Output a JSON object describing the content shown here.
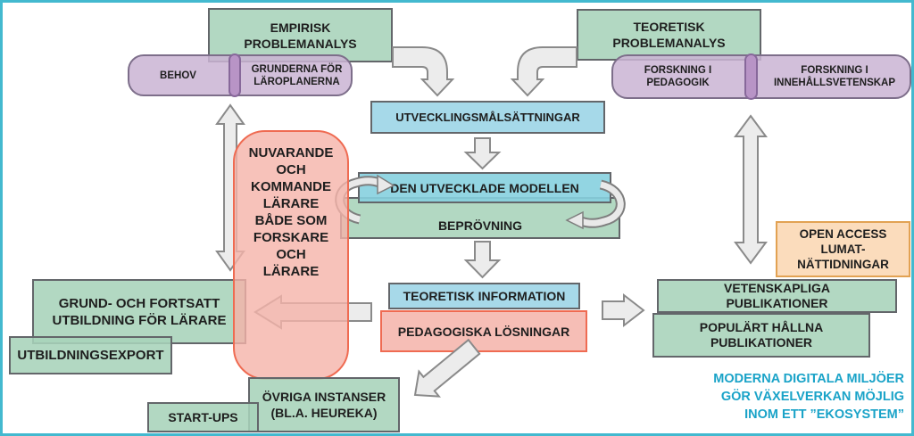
{
  "diagram": {
    "border_color": "#43b9cf",
    "accent_note_color": "#1aa3c8",
    "palette": {
      "green_fill": "#b2d9c2",
      "purple_fill": "#d2bfda",
      "blue_fill": "#a6d9e9",
      "red_fill": "#f7c2ba",
      "red_border": "#ef6b52",
      "orange_fill": "#fbdcbc",
      "orange_border": "#e2a253",
      "arrow_fill": "#ececec"
    },
    "nodes": {
      "empirisk": {
        "label": "EMPIRISK\nPROBLEMANALYS"
      },
      "behov": {
        "label": "BEHOV"
      },
      "grunderna": {
        "label": "GRUNDERNA FÖR\nLÄROPLANERNA"
      },
      "teoretisk": {
        "label": "TEORETISK\nPROBLEMANALYS"
      },
      "forskning_pedagogik": {
        "label": "FORSKNING I\nPEDAGOGIK"
      },
      "forskning_innehall": {
        "label": "FORSKNING I\nINNEHÅLLSVETENSKAP"
      },
      "utvecklingsmal": {
        "label": "UTVECKLINGSMÅLSÄTTNINGAR"
      },
      "modellen": {
        "label": "DEN UTVECKLADE MODELLEN"
      },
      "beprovning": {
        "label": "BEPRÖVNING"
      },
      "nuvarande": {
        "label": "NUVARANDE\nOCH\nKOMMANDE\nLÄRARE\nBÅDE SOM\nFORSKARE\nOCH\nLÄRARE"
      },
      "grund": {
        "label": "GRUND- OCH FORTSATT\nUTBILDNING FÖR LÄRARE"
      },
      "utbildningsexport": {
        "label": "UTBILDNINGSEXPORT"
      },
      "teoretisk_info": {
        "label": "TEORETISK INFORMATION"
      },
      "pedagogiska": {
        "label": "PEDAGOGISKA LÖSNINGAR"
      },
      "ovriga": {
        "label": "ÖVRIGA INSTANSER\n(BL.A. HEUREKA)"
      },
      "startups": {
        "label": "START-UPS"
      },
      "vetenskapliga": {
        "label": "VETENSKAPLIGA\nPUBLIKATIONER"
      },
      "populart": {
        "label": "POPULÄRT HÅLLNA\nPUBLIKATIONER"
      },
      "openaccess": {
        "label": "OPEN ACCESS\nLUMAT-\nNÄTTIDNINGAR"
      },
      "eco_note": {
        "label": "MODERNA DIGITALA MILJÖER\nGÖR VÄXELVERKAN MÖJLIG\nINOM ETT ”EKOSYSTEM”"
      }
    }
  }
}
